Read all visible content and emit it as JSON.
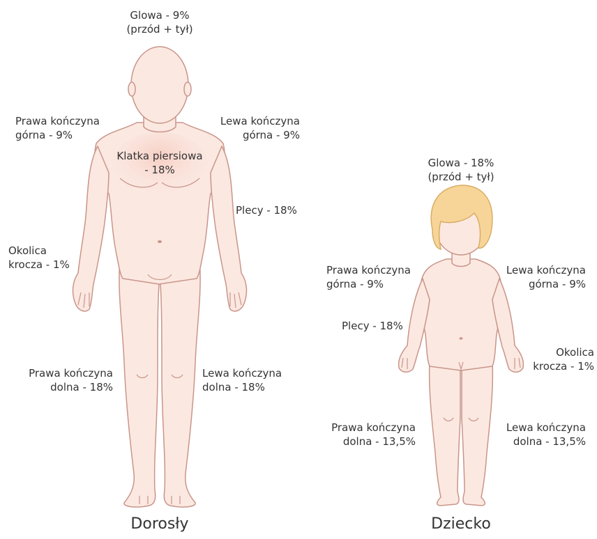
{
  "colors": {
    "skin_fill": "#fbe8e1",
    "skin_shade": "#f6cdc2",
    "outline": "#c9958a",
    "hair": "#f7d598",
    "hair_outline": "#d9ad64",
    "text": "#333333"
  },
  "adult": {
    "caption": "Dorosły",
    "labels": {
      "head": [
        "Glowa - 9%",
        "(przód + tył)"
      ],
      "right_upper": [
        "Prawa kończyna",
        "górna - 9%"
      ],
      "left_upper": [
        "Lewa kończyna",
        "górna - 9%"
      ],
      "chest": [
        "Klatka piersiowa",
        "- 18%"
      ],
      "back": [
        "Plecy - 18%"
      ],
      "perineum": [
        "Okolica",
        "krocza - 1%"
      ],
      "right_lower": [
        "Prawa kończyna",
        "dolna - 18%"
      ],
      "left_lower": [
        "Lewa kończyna",
        "dolna - 18%"
      ]
    }
  },
  "child": {
    "caption": "Dziecko",
    "labels": {
      "head": [
        "Glowa - 18%",
        "(przód + tył)"
      ],
      "right_upper": [
        "Prawa kończyna",
        "górna - 9%"
      ],
      "left_upper": [
        "Lewa kończyna",
        "górna - 9%"
      ],
      "back": [
        "Plecy - 18%"
      ],
      "perineum": [
        "Okolica",
        "krocza - 1%"
      ],
      "right_lower": [
        "Prawa kończyna",
        "dolna - 13,5%"
      ],
      "left_lower": [
        "Lewa kończyna",
        "dolna - 13,5%"
      ]
    }
  }
}
